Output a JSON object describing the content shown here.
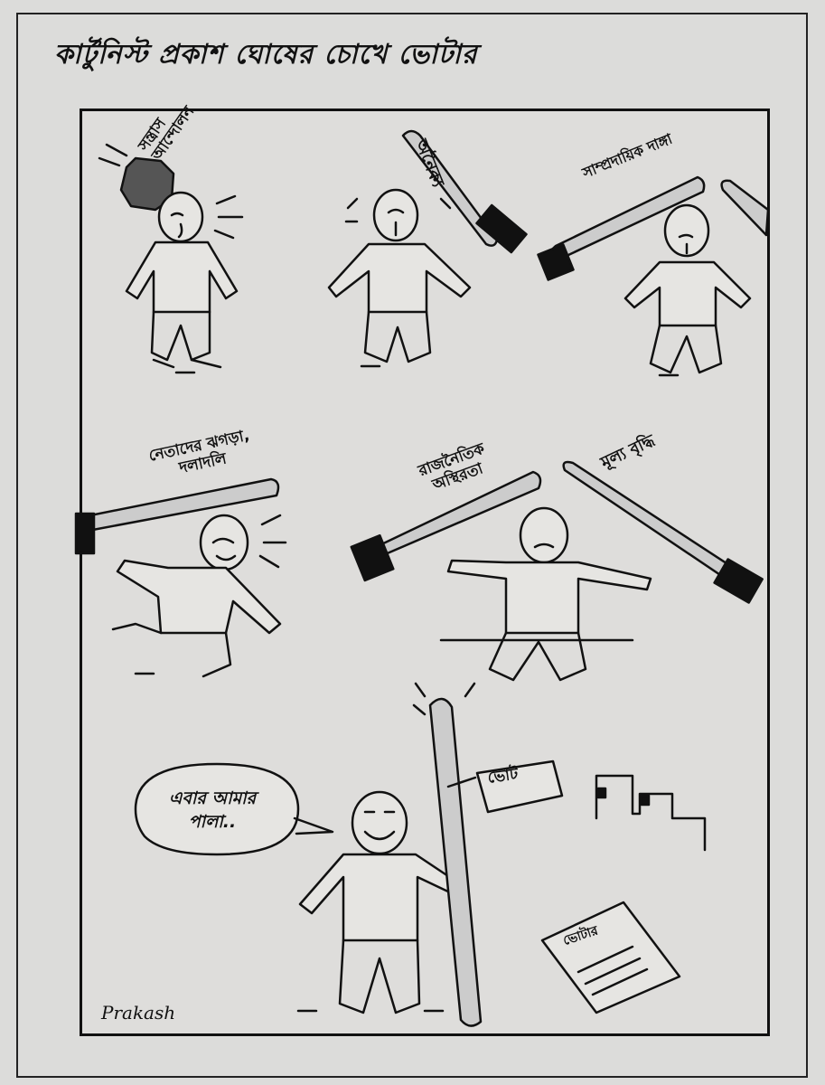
{
  "title": "কার্টুনিস্ট প্রকাশ ঘোষের চোখে ভোটার",
  "panels": [
    {
      "label": "সন্ত্রাস আন্দোলন"
    },
    {
      "label": "অনৈক্য"
    },
    {
      "label": "সাম্প্রদায়িক দাঙ্গা"
    },
    {
      "label": "নেতাদের ঝগড়া, দলাদলি"
    },
    {
      "label": "রাজনৈতিক অস্থিরতা"
    },
    {
      "label": "মূল্য বৃদ্ধি"
    }
  ],
  "final_panel": {
    "speech": "এবার আমার পালা..",
    "stick_tag": "ভোট",
    "newspaper": "ভোটার"
  },
  "signature": "Prakash"
}
